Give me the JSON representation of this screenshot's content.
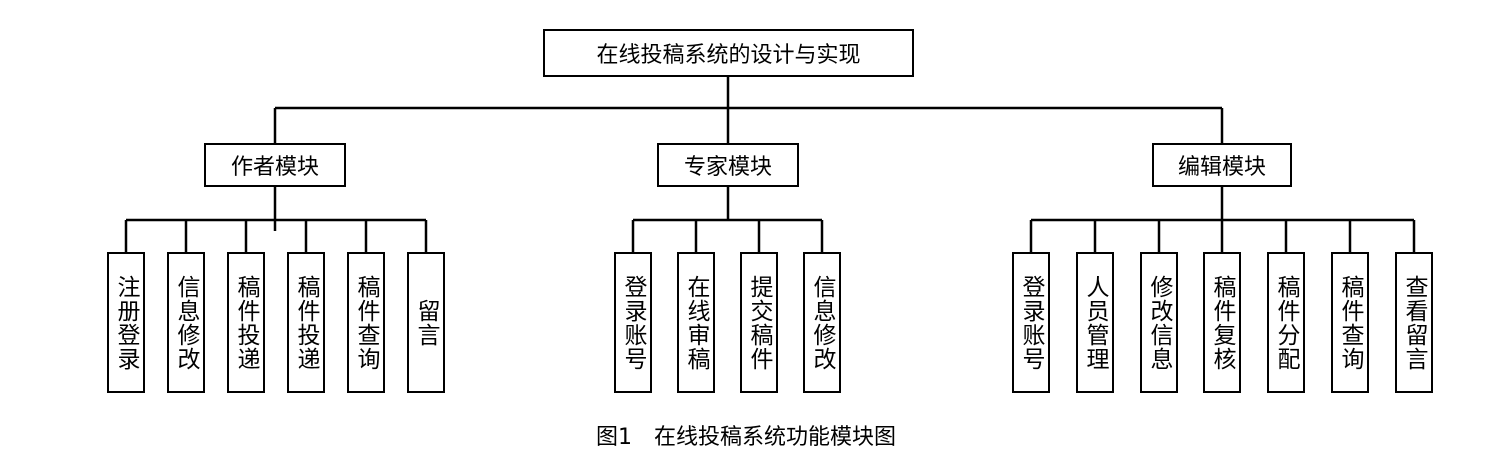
{
  "root": "在线投稿系统的设计与实现",
  "modules": [
    {
      "label": "作者模块",
      "children": [
        "注册登录",
        "信息修改",
        "稿件投递",
        "稿件投递",
        "稿件查询",
        "留言"
      ]
    },
    {
      "label": "专家模块",
      "children": [
        "登录账号",
        "在线审稿",
        "提交稿件",
        "信息修改"
      ]
    },
    {
      "label": "编辑模块",
      "children": [
        "登录账号",
        "人员管理",
        "修改信息",
        "稿件复核",
        "稿件分配",
        "稿件查询",
        "查看留言"
      ]
    }
  ],
  "caption": "图1　在线投稿系统功能模块图"
}
